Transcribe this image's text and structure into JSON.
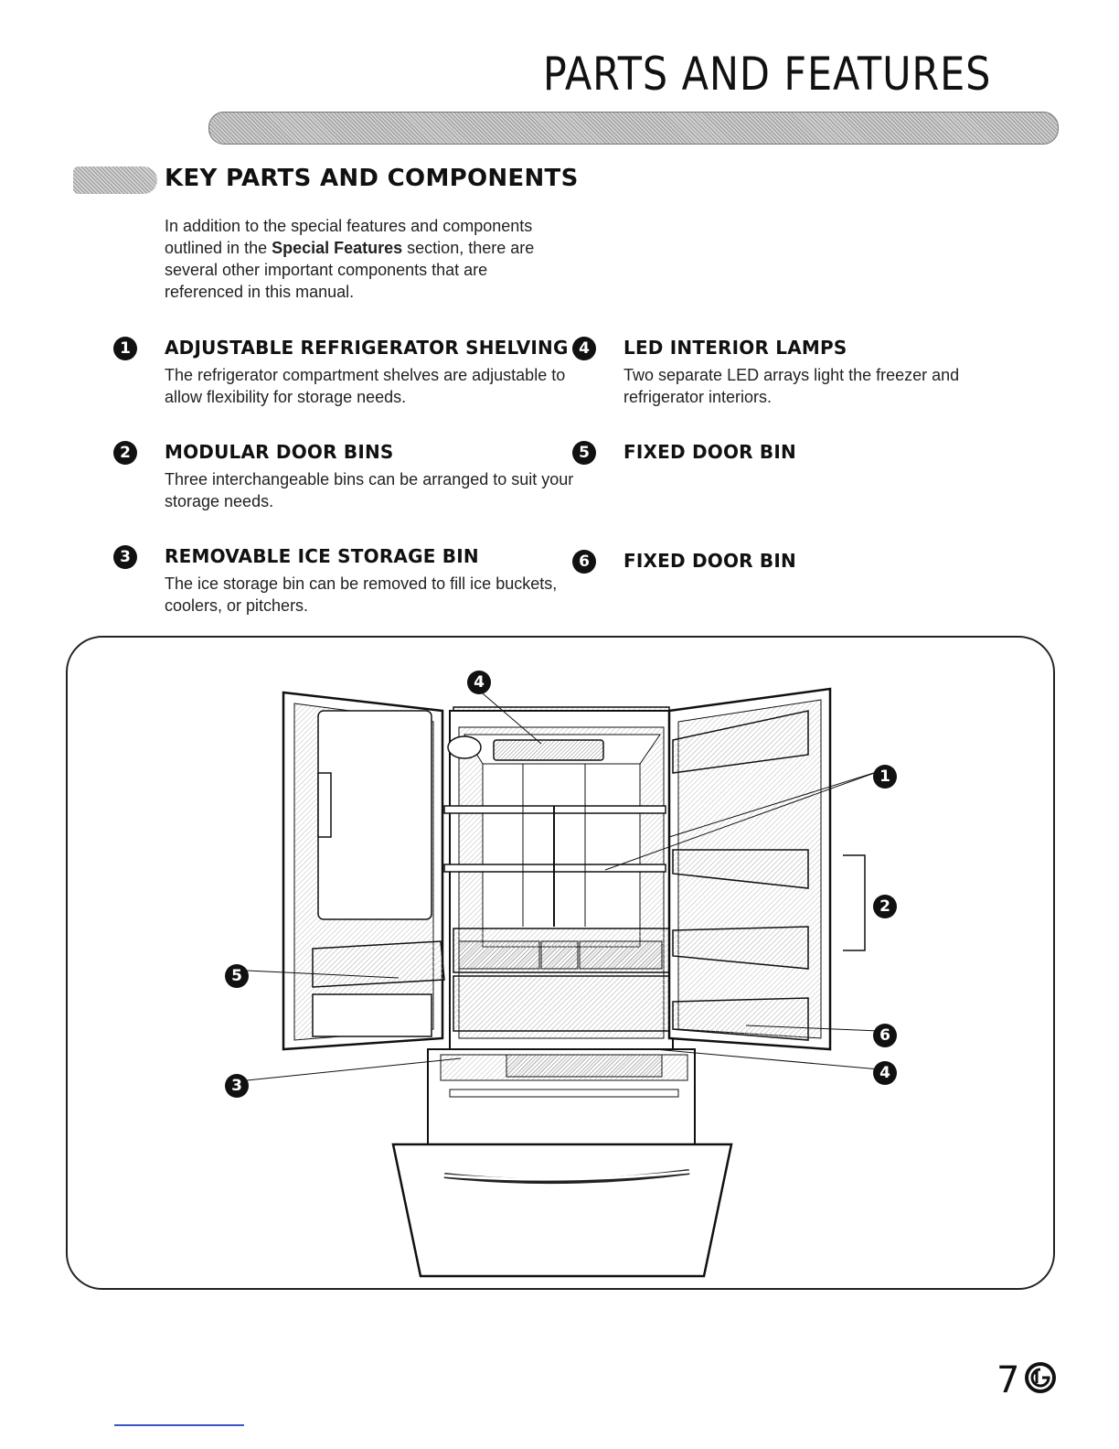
{
  "header": {
    "title": "PARTS AND FEATURES"
  },
  "section": {
    "title": "KEY PARTS AND COMPONENTS",
    "intro_before": "In addition to the special features and components outlined in the ",
    "intro_bold": "Special Features",
    "intro_after": " section, there are several other important components that are referenced in this manual."
  },
  "features": [
    {
      "number": "1",
      "title": "ADJUSTABLE REFRIGERATOR SHELVING",
      "description": "The refrigerator compartment shelves are adjustable to allow flexibility for storage needs."
    },
    {
      "number": "2",
      "title": "MODULAR DOOR BINS",
      "description": "Three interchangeable bins can be arranged to suit your storage needs."
    },
    {
      "number": "3",
      "title": "REMOVABLE ICE STORAGE BIN",
      "description": "The ice storage bin can be removed to fill ice buckets, coolers, or pitchers."
    },
    {
      "number": "4",
      "title": "LED INTERIOR LAMPS",
      "description": "Two separate LED arrays light the freezer and refrigerator interiors."
    },
    {
      "number": "5",
      "title": "FIXED DOOR BIN",
      "description": ""
    },
    {
      "number": "6",
      "title": "FIXED DOOR BIN",
      "description": ""
    }
  ],
  "diagram": {
    "callouts": [
      "4",
      "1",
      "2",
      "5",
      "6",
      "3",
      "4"
    ]
  },
  "footer": {
    "page_number": "7"
  }
}
